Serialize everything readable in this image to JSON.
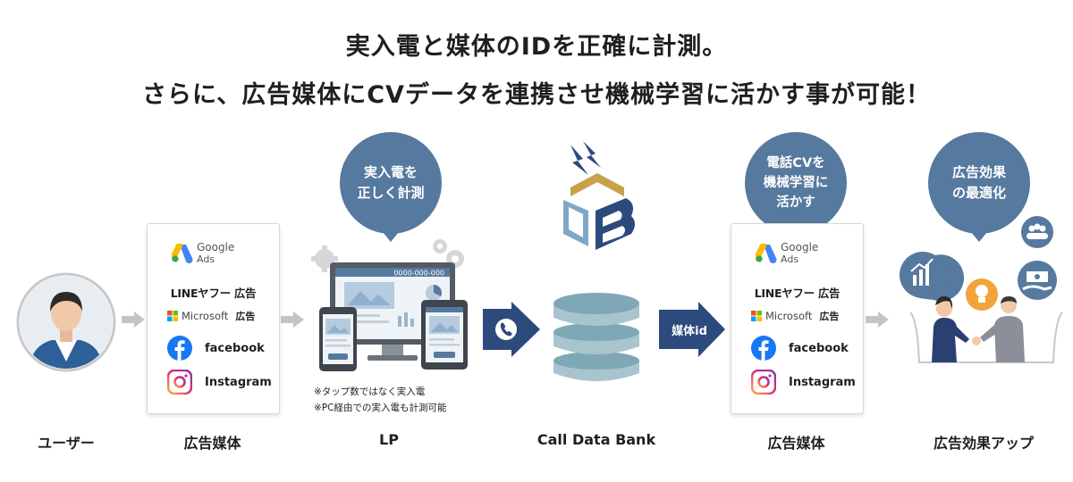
{
  "headline": {
    "line1": "実入電と媒体のIDを正確に計測。",
    "line2": "さらに、広告媒体にCVデータを連携させ機械学習に活かす事が可能！"
  },
  "columns": {
    "user": "ユーザー",
    "media1": "広告媒体",
    "lp": "LP",
    "cdb": "Call Data Bank",
    "media2": "広告媒体",
    "effect": "広告効果アップ"
  },
  "media_list": {
    "google_l1": "Google",
    "google_l2": "Ads",
    "line_yahoo": "LINEヤフー 広告",
    "microsoft": "Microsoft",
    "microsoft_ad": "広告",
    "facebook": "facebook",
    "instagram": "Instagram"
  },
  "bubbles": {
    "lp": [
      "実入電を",
      "正しく計測"
    ],
    "media2": [
      "電話CVを",
      "機械学習に",
      "活かす"
    ],
    "effect": [
      "広告効果",
      "の最適化"
    ]
  },
  "lp": {
    "phone_number": "0000-000-000",
    "note1": "※タップ数ではなく実入電",
    "note2": "※PC経由での実入電も計測可能"
  },
  "arrow_label": "媒体id",
  "colors": {
    "accent_blue": "#56799f",
    "arrow_navy": "#2d4a7d",
    "gray_arrow": "#c4c4c4",
    "db_teal": "#7fa8b6"
  },
  "icons": [
    "user-avatar-icon",
    "google-ads-icon",
    "microsoft-icon",
    "facebook-icon",
    "instagram-icon",
    "phone-icon",
    "cdb-logo-icon",
    "database-icon",
    "gear-icon",
    "chart-icon",
    "lightbulb-icon",
    "group-icon",
    "money-hand-icon",
    "handshake-icon"
  ]
}
